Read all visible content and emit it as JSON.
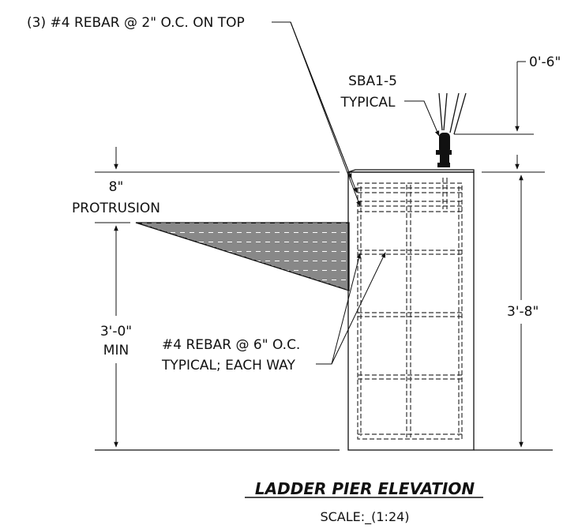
{
  "labels": {
    "top_rebar": "(3) #4 REBAR @ 2\" O.C. ON TOP",
    "sba": "SBA1-5",
    "typical": "TYPICAL",
    "dim_top": "0'-6\"",
    "protrusion_dim": "8\"",
    "protrusion": "PROTRUSION",
    "min_height": "3'-0\"",
    "min": "MIN",
    "rebar_each_way_1": "#4 REBAR @ 6\" O.C.",
    "rebar_each_way_2": "TYPICAL; EACH WAY",
    "pier_height": "3'-8\""
  },
  "title": "LADDER PIER ELEVATION",
  "scale": "SCALE:_(1:24)"
}
